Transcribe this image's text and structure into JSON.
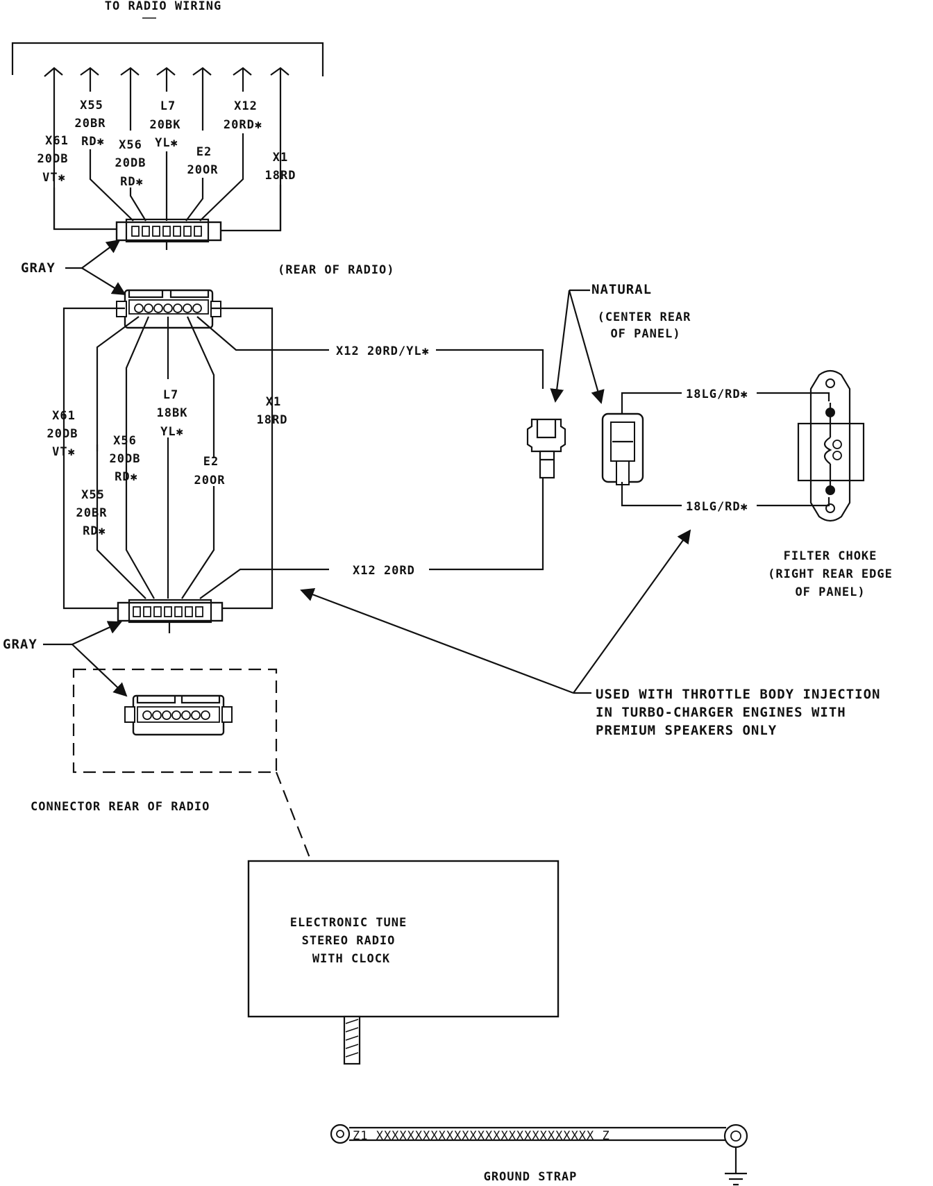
{
  "header": {
    "to_radio_wiring": "TO RADIO WIRING"
  },
  "top_wires": [
    {
      "line1": "X61",
      "line2": "20DB",
      "line3": "VT✱"
    },
    {
      "line1": "X55",
      "line2": "20BR",
      "line3": "RD✱"
    },
    {
      "line1": "X56",
      "line2": "20DB",
      "line3": "RD✱"
    },
    {
      "line1": "L7",
      "line2": "20BK",
      "line3": "YL✱"
    },
    {
      "line1": "E2",
      "line2": "20OR",
      "line3": ""
    },
    {
      "line1": "X12",
      "line2": "20RD✱",
      "line3": ""
    },
    {
      "line1": "X1",
      "line2": "18RD",
      "line3": ""
    }
  ],
  "gray_top": "GRAY",
  "rear_of_radio": "(REAR OF RADIO)",
  "lower_wires": [
    {
      "line1": "X61",
      "line2": "20DB",
      "line3": "VT✱"
    },
    {
      "line1": "X55",
      "line2": "20BR",
      "line3": "RD✱"
    },
    {
      "line1": "X56",
      "line2": "20DB",
      "line3": "RD✱"
    },
    {
      "line1": "L7",
      "line2": "18BK",
      "line3": "YL✱"
    },
    {
      "line1": "E2",
      "line2": "20OR",
      "line3": ""
    },
    {
      "line1": "X1",
      "line2": "18RD",
      "line3": ""
    }
  ],
  "x12_upper": "X12 20RD/YL✱",
  "x12_lower": "X12 20RD",
  "natural": "NATURAL",
  "center_rear": {
    "line1": "(CENTER REAR",
    "line2": "OF PANEL)"
  },
  "lg_upper": "18LG/RD✱",
  "lg_lower": "18LG/RD✱",
  "filter_choke": {
    "line1": "FILTER CHOKE",
    "line2": "(RIGHT REAR EDGE",
    "line3": "OF PANEL)"
  },
  "gray_bottom": "GRAY",
  "usage_note": {
    "line1": "USED WITH THROTTLE BODY INJECTION",
    "line2": "IN TURBO-CHARGER ENGINES WITH",
    "line3": "PREMIUM SPEAKERS ONLY"
  },
  "connector_rear": "CONNECTOR REAR OF RADIO",
  "radio_box": {
    "line1": "ELECTRONIC TUNE",
    "line2": "STEREO RADIO",
    "line3": "WITH CLOCK"
  },
  "ground_strap": {
    "pattern": "Z1 XXXXXXXXXXXXXXXXXXXXXXXXXXXX Z",
    "label": "GROUND STRAP"
  }
}
